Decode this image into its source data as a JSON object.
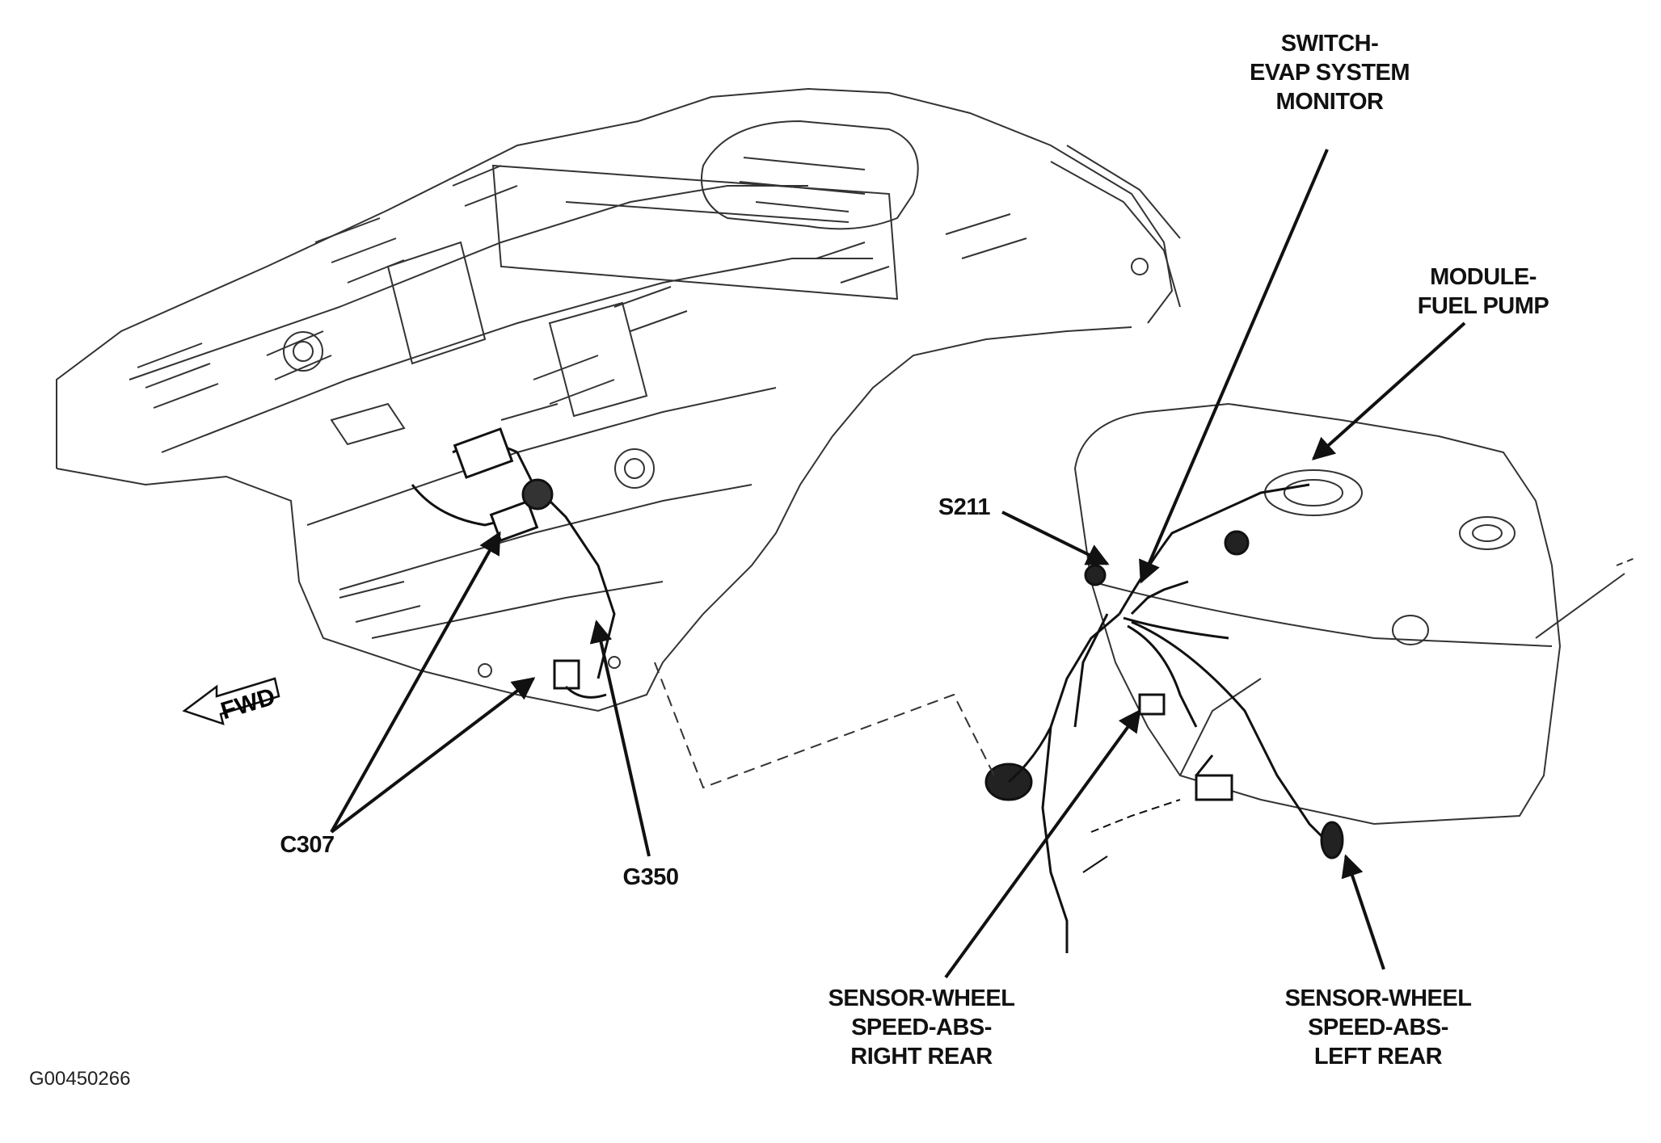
{
  "figure_id": "G00450266",
  "fwd_arrow": {
    "text": "FWD"
  },
  "callouts": {
    "switch_evap": [
      "SWITCH-",
      "EVAP SYSTEM",
      "MONITOR"
    ],
    "module_fuel_pump": [
      "MODULE-",
      "FUEL PUMP"
    ],
    "s211": [
      "S211"
    ],
    "c307": [
      "C307"
    ],
    "g350": [
      "G350"
    ],
    "sensor_right_rear": [
      "SENSOR-WHEEL",
      "SPEED-ABS-",
      "RIGHT REAR"
    ],
    "sensor_left_rear": [
      "SENSOR-WHEEL",
      "SPEED-ABS-",
      "LEFT REAR"
    ]
  },
  "colors": {
    "ink": "#111111",
    "background": "#ffffff",
    "linework": "#333333"
  }
}
